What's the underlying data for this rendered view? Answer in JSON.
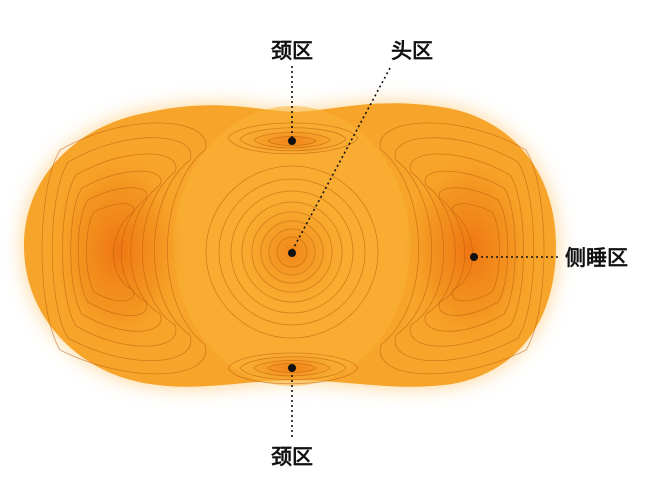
{
  "labels": {
    "neck_top": "颈区",
    "head": "头区",
    "side_sleep": "侧睡区",
    "neck_bottom": "颈区"
  },
  "colors": {
    "pillow_outer": "#f7a92a",
    "pillow_mid": "#f49520",
    "pillow_core": "#ef7a12",
    "contour": "#b8560a",
    "text": "#111111"
  }
}
